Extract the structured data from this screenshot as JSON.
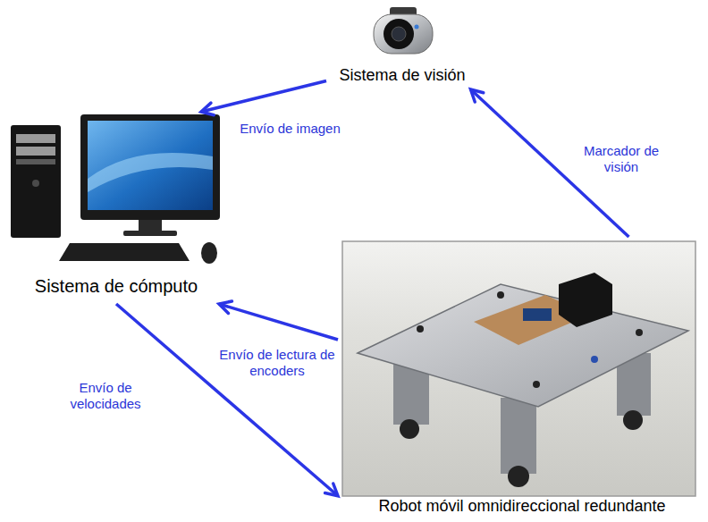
{
  "diagram": {
    "nodes": [
      {
        "text": [
          "Sistema de visión"
        ]
      },
      {
        "text": [
          "Sistema de cómputo"
        ]
      },
      {
        "text": [
          "Robot móvil omnidireccional redundante"
        ]
      }
    ],
    "edges": [
      {
        "from": 0,
        "to": 1,
        "label": "Envío de imagen",
        "arrow": "to"
      },
      {
        "from": 2,
        "to": 0,
        "label": "Marcador de visión",
        "arrow": "to"
      },
      {
        "from": 2,
        "to": 1,
        "label": "Envío de lectura de encoders",
        "arrow": "to"
      },
      {
        "from": 1,
        "to": 2,
        "label": "Envío de velocidades",
        "arrow": "to"
      }
    ]
  }
}
